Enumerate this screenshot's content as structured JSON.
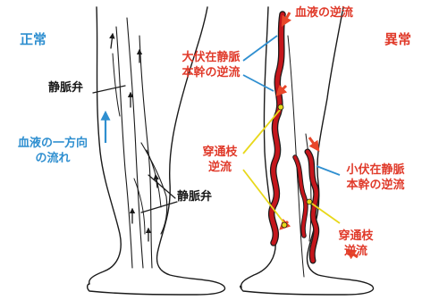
{
  "labels": {
    "normal": "正常",
    "abnormal": "異常",
    "valve_upper": "静脈弁",
    "valve_lower": "静脈弁",
    "one_way_line1": "血液の一方向",
    "one_way_line2": "の流れ",
    "backflow": "血液の逆流",
    "gsv_line1": "大伏在静脈",
    "gsv_line2": "本幹の逆流",
    "perf_upper_line1": "穿通枝",
    "perf_upper_line2": "逆流",
    "ssv_line1": "小伏在静脈",
    "ssv_line2": "本幹の逆流",
    "perf_lower_line1": "穿通枝",
    "perf_lower_line2": "逆流"
  },
  "colors": {
    "outline": "#1a1a1a",
    "vein_red": "#c4161c",
    "arrow_red": "#e8472a",
    "blue_text": "#2f8fd0",
    "red_text": "#e03a2a",
    "blue_pointer": "#2f8fd0",
    "yellow_pointer": "#e8d81a"
  }
}
